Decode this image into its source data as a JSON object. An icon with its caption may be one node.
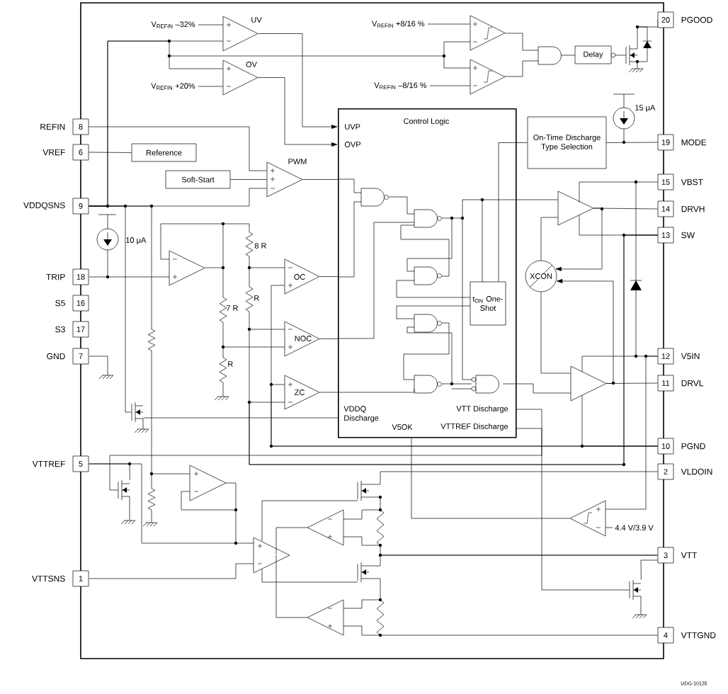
{
  "diagram": {
    "nodes": [
      {
        "text": [
          "8"
        ],
        "beside": [
          "REFIN"
        ]
      },
      {
        "text": [
          "6"
        ],
        "beside": [
          "VREF"
        ]
      },
      {
        "text": [
          "9"
        ],
        "beside": [
          "VDDQSNS"
        ]
      },
      {
        "text": [
          "18"
        ],
        "beside": [
          "TRIP"
        ]
      },
      {
        "text": [
          "16"
        ],
        "beside": [
          "S5"
        ]
      },
      {
        "text": [
          "17"
        ],
        "beside": [
          "S3"
        ]
      },
      {
        "text": [
          "7"
        ],
        "beside": [
          "GND"
        ]
      },
      {
        "text": [
          "5"
        ],
        "beside": [
          "VTTREF"
        ]
      },
      {
        "text": [
          "1"
        ],
        "beside": [
          "VTTSNS"
        ]
      },
      {
        "text": [
          "20"
        ],
        "beside": [
          "PGOOD"
        ]
      },
      {
        "text": [
          "19"
        ],
        "beside": [
          "MODE"
        ]
      },
      {
        "text": [
          "15"
        ],
        "beside": [
          "VBST"
        ]
      },
      {
        "text": [
          "14"
        ],
        "beside": [
          "DRVH"
        ]
      },
      {
        "text": [
          "13"
        ],
        "beside": [
          "SW"
        ]
      },
      {
        "text": [
          "12"
        ],
        "beside": [
          "V5IN"
        ]
      },
      {
        "text": [
          "11"
        ],
        "beside": [
          "DRVL"
        ]
      },
      {
        "text": [
          "10"
        ],
        "beside": [
          "PGND"
        ]
      },
      {
        "text": [
          "2"
        ],
        "beside": [
          "VLDOIN"
        ]
      },
      {
        "text": [
          "3"
        ],
        "beside": [
          "VTT"
        ]
      },
      {
        "text": [
          "4"
        ],
        "beside": [
          "VTTGND"
        ]
      },
      {
        "text": [
          "UV"
        ]
      },
      {
        "text": [
          "OV"
        ]
      },
      {
        "text": [
          "Control Logic",
          "UVP",
          "OVP",
          "VDDQ Discharge",
          "VTT Discharge",
          "V5OK",
          "VTTREF Discharge"
        ]
      },
      {
        "text": [
          "t$_{ON}$ One-Shot"
        ],
        "in": 22
      },
      {
        "text": [
          "Reference"
        ]
      },
      {
        "text": [
          "Soft-Start"
        ]
      },
      {
        "text": [
          "PWM"
        ]
      },
      {
        "text": [
          "OC"
        ]
      },
      {
        "text": [
          "NOC"
        ]
      },
      {
        "text": [
          "ZC"
        ]
      },
      {
        "text": [
          "Delay"
        ]
      },
      {
        "text": [
          "On-Time Discharge Type Selection"
        ]
      },
      {
        "text": [
          "XCON"
        ]
      },
      {
        "text": [],
        "shape": "triangle"
      },
      {
        "text": [],
        "shape": "triangle"
      },
      {
        "text": [],
        "shape": "transistor"
      },
      {
        "text": [],
        "shape": "transistor"
      },
      {
        "text": [],
        "shape": "transistor"
      },
      {
        "text": [],
        "shape": "triangle"
      },
      {
        "text": [],
        "shape": "triangle"
      },
      {
        "text": [],
        "shape": "transistor"
      },
      {
        "text": [],
        "shape": "transistor"
      }
    ],
    "edges": [
      {
        "from": 20,
        "to": 22,
        "arrow": "to"
      },
      {
        "from": 21,
        "to": 22,
        "arrow": "to"
      },
      {
        "from": 0,
        "to": 26,
        "arrow": "none"
      },
      {
        "from": 1,
        "to": 24,
        "arrow": "none"
      },
      {
        "from": 25,
        "to": 26,
        "arrow": "none"
      },
      {
        "from": 2,
        "to": 26,
        "arrow": "none"
      },
      {
        "from": 26,
        "to": 22,
        "arrow": "none"
      },
      {
        "from": 27,
        "to": 22,
        "arrow": "none"
      },
      {
        "from": 28,
        "to": 22,
        "arrow": "none"
      },
      {
        "from": 29,
        "to": 22,
        "arrow": "none"
      },
      {
        "from": 10,
        "to": 31,
        "arrow": "none"
      },
      {
        "from": 31,
        "to": 23,
        "arrow": "none"
      },
      {
        "from": 22,
        "to": 33,
        "arrow": "none"
      },
      {
        "from": 22,
        "to": 34,
        "arrow": "none"
      },
      {
        "from": 33,
        "to": 12,
        "arrow": "none"
      },
      {
        "from": 34,
        "to": 15,
        "arrow": "none"
      },
      {
        "from": 33,
        "to": 32,
        "arrow": "to"
      },
      {
        "from": 34,
        "to": 32,
        "arrow": "to"
      },
      {
        "from": 32,
        "to": 33,
        "arrow": "none"
      },
      {
        "from": 32,
        "to": 34,
        "arrow": "none"
      },
      {
        "from": 2,
        "to": 20,
        "arrow": "none"
      },
      {
        "from": 2,
        "to": 21,
        "arrow": "none"
      },
      {
        "from": 22,
        "to": 35,
        "arrow": "none"
      },
      {
        "from": 35,
        "to": 2,
        "arrow": "none"
      },
      {
        "from": 22,
        "to": 36,
        "arrow": "none"
      },
      {
        "from": 36,
        "to": 7,
        "arrow": "none"
      },
      {
        "from": 22,
        "to": 37,
        "arrow": "none"
      },
      {
        "from": 37,
        "to": 18,
        "arrow": "none"
      },
      {
        "from": 14,
        "to": 38,
        "arrow": "none"
      },
      {
        "from": 38,
        "to": 22,
        "arrow": "none"
      },
      {
        "from": 11,
        "to": 33,
        "arrow": "none"
      },
      {
        "from": 13,
        "to": 33,
        "arrow": "none"
      },
      {
        "from": 14,
        "to": 34,
        "arrow": "none"
      },
      {
        "from": 16,
        "to": 34,
        "arrow": "none"
      },
      {
        "from": 16,
        "to": 27,
        "arrow": "none"
      },
      {
        "from": 16,
        "to": 29,
        "arrow": "none"
      },
      {
        "from": 13,
        "to": 28,
        "arrow": "none"
      },
      {
        "from": 13,
        "to": 29,
        "arrow": "none"
      },
      {
        "from": 40,
        "to": 18,
        "arrow": "none"
      },
      {
        "from": 41,
        "to": 18,
        "arrow": "none"
      },
      {
        "from": 17,
        "to": 40,
        "arrow": "none"
      },
      {
        "from": 41,
        "to": 19,
        "arrow": "none"
      },
      {
        "from": 2,
        "to": 39,
        "arrow": "none"
      }
    ],
    "labels": [
      "V$_{REFIN}$ –32%",
      "V$_{REFIN}$ +20%",
      "V$_{REFIN}$ +8/16 %",
      "V$_{REFIN}$ –8/16 %",
      "10 μA",
      "15 μA",
      "8 R",
      "R",
      "7 R",
      "R",
      "4.4 V/3.9 V",
      "UDG-10135"
    ]
  }
}
